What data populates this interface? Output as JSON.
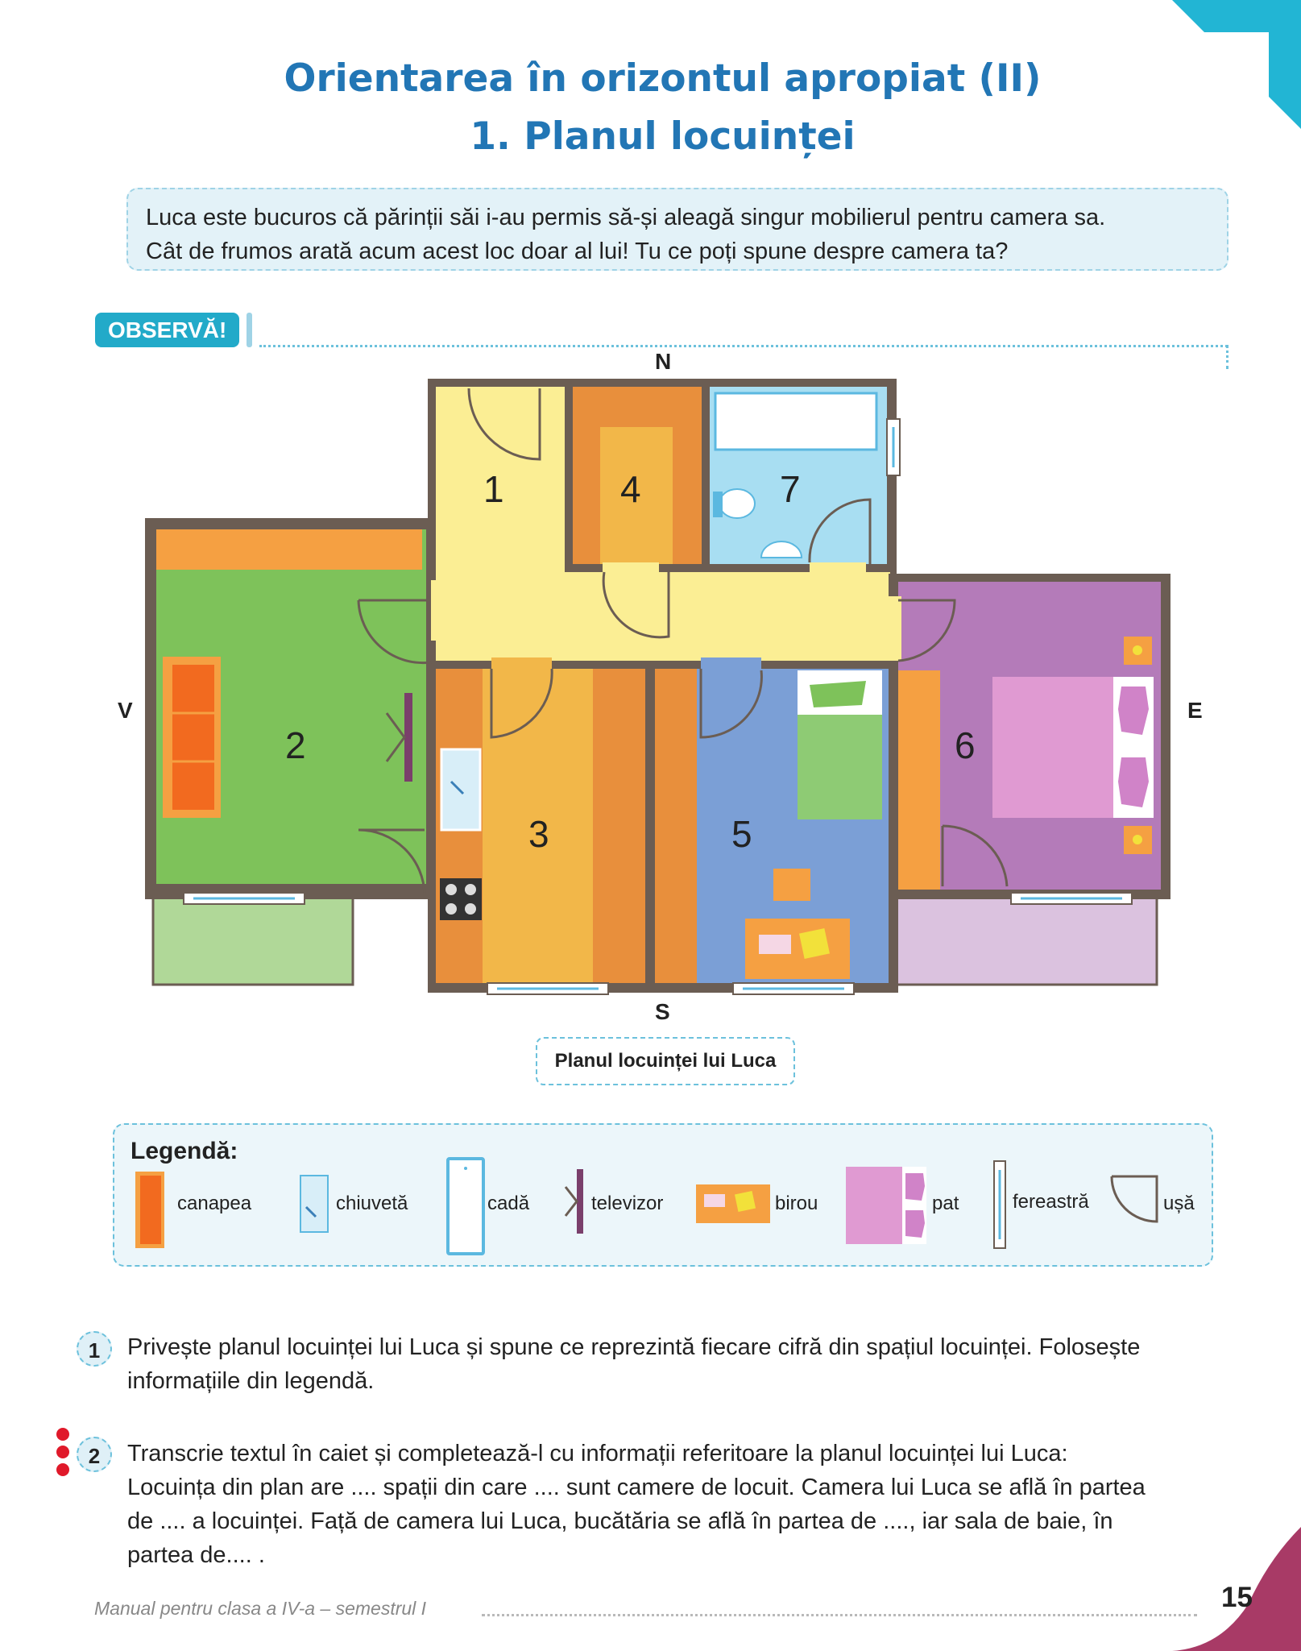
{
  "header": {
    "title_line1": "Orientarea în orizontul apropiat (II)",
    "title_line2": "1. Planul locuinței"
  },
  "intro": {
    "line1": "Luca este bucuros că părinții săi i-au permis să-și aleagă singur mobilierul pentru camera sa.",
    "line2": "Cât de frumos arată acum acest loc doar al lui! Tu ce poți spune despre camera ta?"
  },
  "observe_label": "OBSERVĂ!",
  "plan": {
    "north": "N",
    "south": "S",
    "west": "V",
    "east": "E",
    "room_numbers": [
      "1",
      "2",
      "3",
      "4",
      "5",
      "6",
      "7"
    ],
    "caption": "Planul locuinței lui Luca",
    "colors": {
      "wall": "#6b5d53",
      "hall": "#fbee94",
      "living": "#7ec25a",
      "kitchen": "#f2b749",
      "pantry": "#e88f3c",
      "child_room": "#7b9fd6",
      "bedroom": "#b47bb9",
      "bathroom": "#a8def2",
      "balcony_green": "#b0d898",
      "balcony_purple": "#dbc2df",
      "orange": "#f5a042"
    }
  },
  "legend": {
    "title": "Legendă:",
    "items": [
      {
        "label": "canapea",
        "icon": "sofa-icon"
      },
      {
        "label": "chiuvetă",
        "icon": "sink-icon"
      },
      {
        "label": "cadă",
        "icon": "bathtub-icon"
      },
      {
        "label": "televizor",
        "icon": "tv-icon"
      },
      {
        "label": "birou",
        "icon": "desk-icon"
      },
      {
        "label": "pat",
        "icon": "bed-icon"
      },
      {
        "label": "fereastră",
        "icon": "window-icon"
      },
      {
        "label": "ușă",
        "icon": "door-icon"
      }
    ]
  },
  "questions": [
    {
      "number": "1",
      "lines": [
        "Privește planul locuinței lui Luca și spune ce reprezintă fiecare cifră din spațiul locuinței. Folosește",
        "informațiile din legendă."
      ]
    },
    {
      "number": "2",
      "lines": [
        "Transcrie textul în caiet și completează-l cu informații referitoare la planul locuinței lui Luca:",
        "Locuința din plan are .... spații din care .... sunt camere de locuit. Camera lui Luca se află în partea",
        "de .... a locuinței. Față de camera lui Luca, bucătăria se află în partea de ...., iar sala de baie, în",
        "partea de.... ."
      ]
    }
  ],
  "footer": {
    "book": "Manual pentru clasa a IV-a – semestrul I",
    "page_number": "15"
  }
}
